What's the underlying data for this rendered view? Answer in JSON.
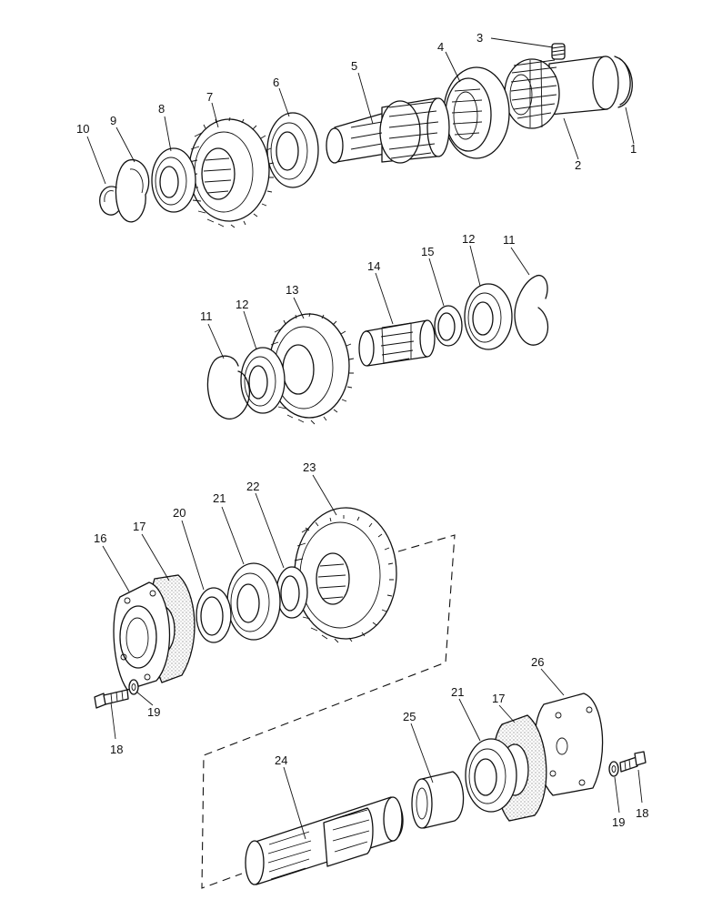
{
  "diagram": {
    "callouts": {
      "c1": "1",
      "c2": "2",
      "c3": "3",
      "c4": "4",
      "c5": "5",
      "c6": "6",
      "c7": "7",
      "c8": "8",
      "c9": "9",
      "c10": "10",
      "c11a": "11",
      "c11b": "11",
      "c12a": "12",
      "c12b": "12",
      "c13": "13",
      "c14": "14",
      "c15": "15",
      "c16": "16",
      "c17a": "17",
      "c17b": "17",
      "c18a": "18",
      "c18b": "18",
      "c19a": "19",
      "c19b": "19",
      "c20": "20",
      "c21a": "21",
      "c21b": "21",
      "c22": "22",
      "c23": "23",
      "c24": "24",
      "c25": "25",
      "c26": "26"
    }
  }
}
